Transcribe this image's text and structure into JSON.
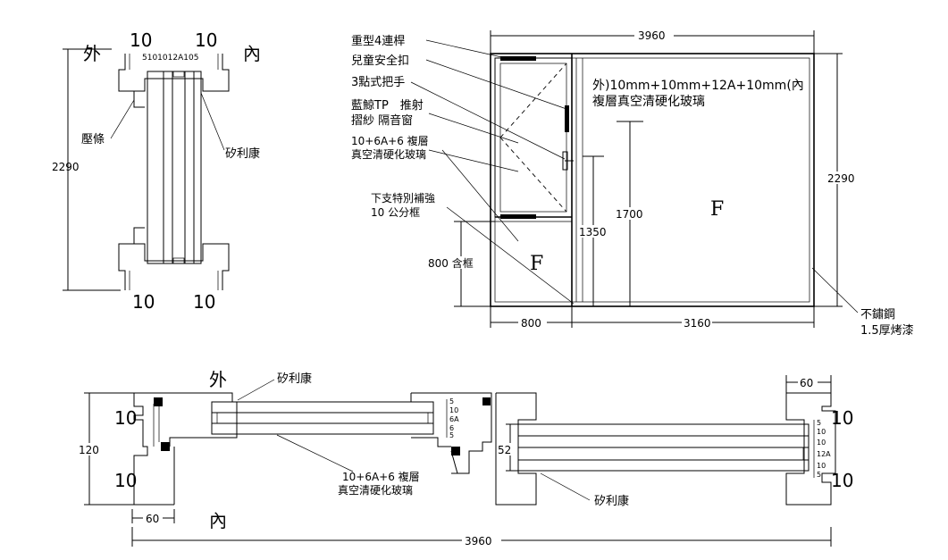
{
  "side_section": {
    "outside": "外",
    "inside": "內",
    "top_dims": [
      "10",
      "10"
    ],
    "bottom_dims": [
      "10",
      "10"
    ],
    "layer_dims": "5101012A105",
    "height": "2290",
    "bead_label": "壓條",
    "silicone_label": "矽利康"
  },
  "elevation": {
    "total_width": "3960",
    "total_height": "2290",
    "left_width": "800",
    "right_width": "3160",
    "height_1700": "1700",
    "height_1350": "1350",
    "height_800": "800 含框",
    "fixed_label_left": "F",
    "fixed_label_right": "F",
    "glass_note_line1": "外)10mm+10mm+12A+10mm(內",
    "glass_note_line2": "複層真空清硬化玻璃",
    "callouts": [
      "重型4連桿",
      "兒童安全扣",
      "3點式把手",
      "藍鯨TP　推射",
      "摺紗 隔音窗",
      "10+6A+6 複層",
      "真空清硬化玻璃",
      "下支特別補強",
      "10 公分框"
    ],
    "frame_note_line1": "不鏽鋼",
    "frame_note_line2": "1.5厚烤漆"
  },
  "plan_section": {
    "outside": "外",
    "inside": "內",
    "silicone_top": "矽利康",
    "silicone_bottom": "矽利康",
    "glass_label_line1": "10+6A+6 複層",
    "glass_label_line2": "真空清硬化玻璃",
    "depth": "120",
    "frame_left": "60",
    "frame_right": "60",
    "total_width": "3960",
    "left_tens": [
      "10",
      "10"
    ],
    "right_tens": [
      "10",
      "10"
    ],
    "dim_52": "52",
    "small_layers_left": [
      "5",
      "10",
      "6A",
      "6",
      "5"
    ],
    "small_layers_right": [
      "5",
      "10",
      "10",
      "12A",
      "10",
      "5"
    ]
  }
}
